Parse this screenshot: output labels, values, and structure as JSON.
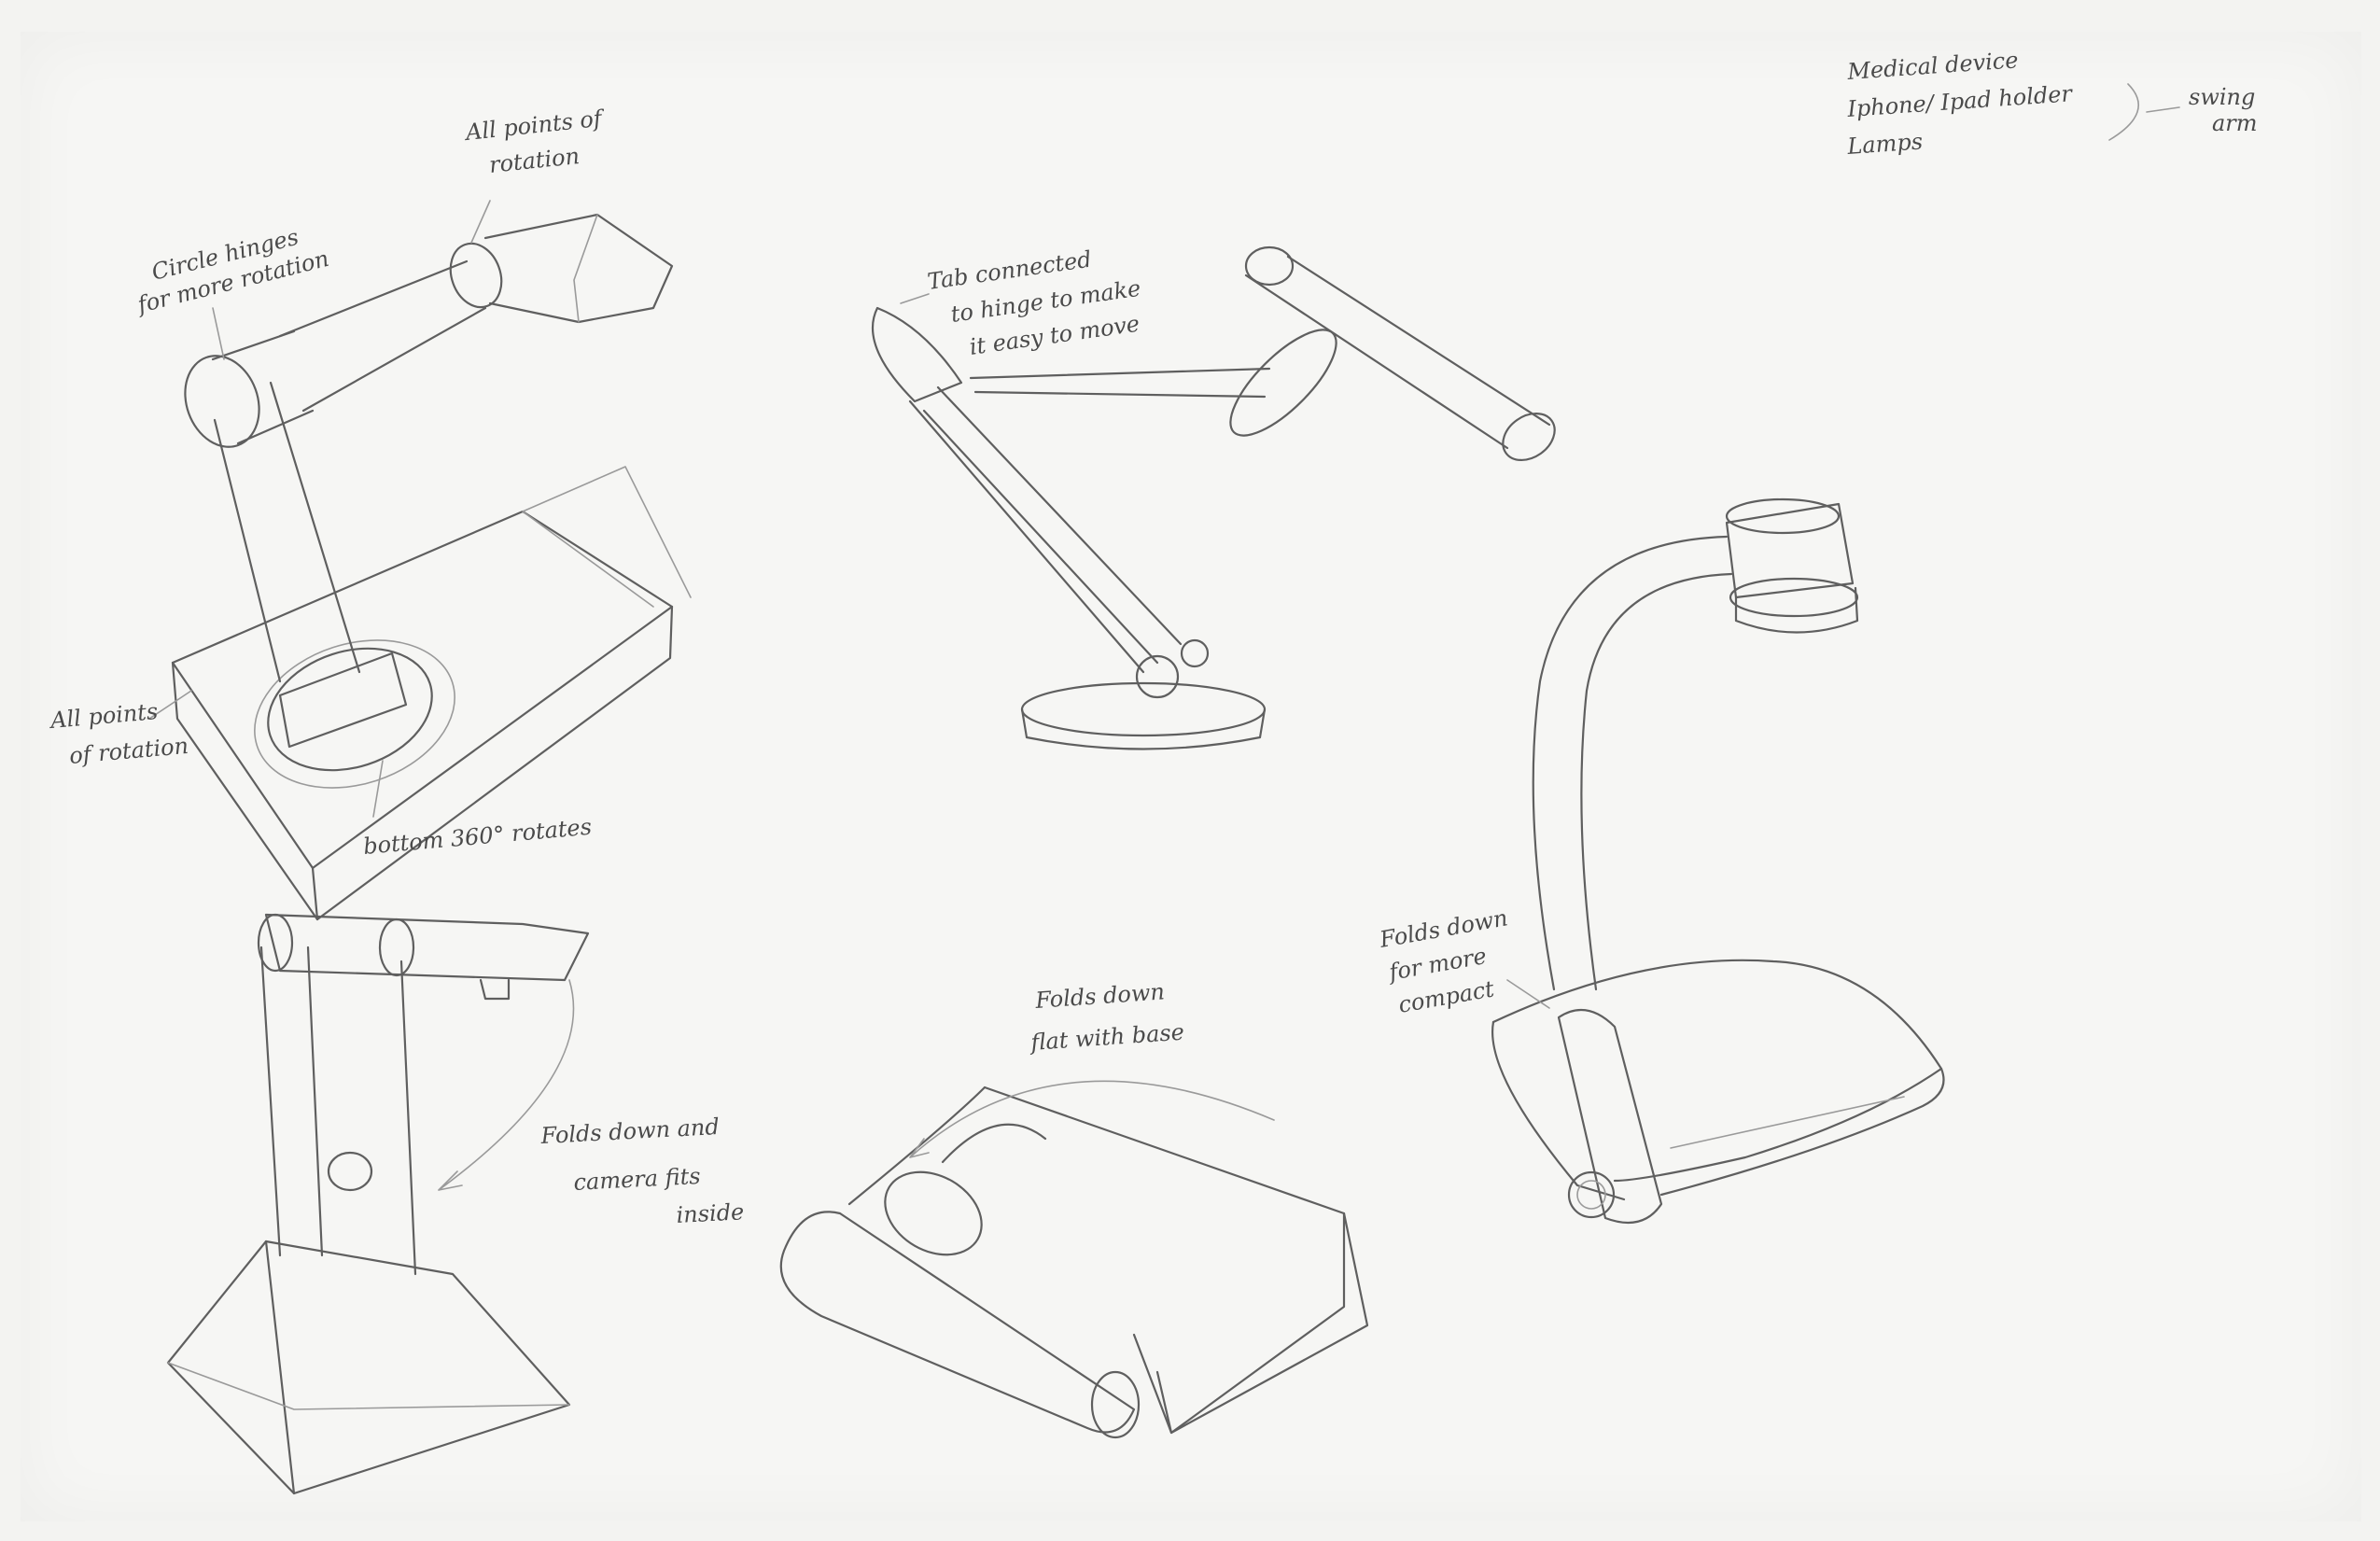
{
  "notes": {
    "top_right_1": "Medical device",
    "top_right_2": "Iphone/ Ipad holder",
    "top_right_3": "Lamps",
    "top_right_4": "swing",
    "top_right_5": "arm",
    "s1_top_1": "All points of",
    "s1_top_2": "rotation",
    "s1_hinge_1": "Circle hinges",
    "s1_hinge_2": "for more rotation",
    "s1_left_1": "All points",
    "s1_left_2": "of rotation",
    "s1_bottom": "bottom 360° rotates",
    "s2_tab_1": "Tab connected",
    "s2_tab_2": "to hinge to make",
    "s2_tab_3": "it easy to move",
    "s3_fold_1": "Folds down",
    "s3_fold_2": "for more",
    "s3_fold_3": "compact",
    "s4_fold_1": "Folds down and",
    "s4_fold_2": "camera fits",
    "s4_fold_3": "inside",
    "s5_fold_1": "Folds down",
    "s5_fold_2": "flat with base"
  },
  "colors": {
    "paper": "#f6f6f4",
    "pencil": "#5f5f5f"
  }
}
